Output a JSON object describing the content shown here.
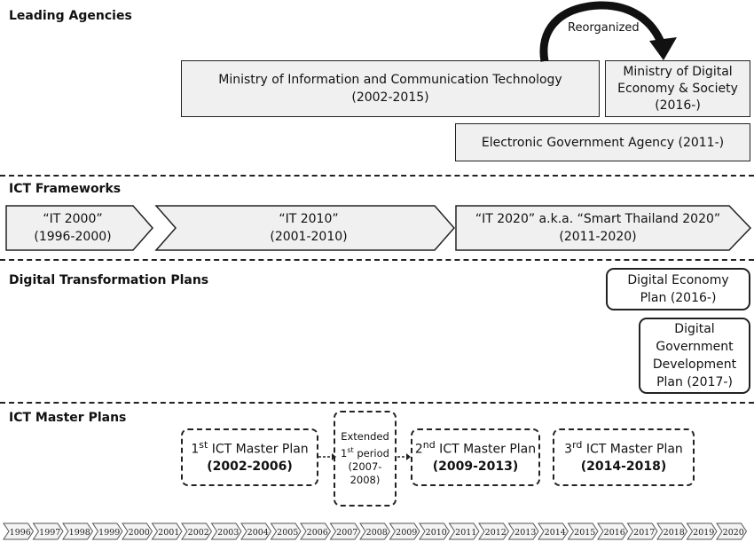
{
  "sections": {
    "leading_agencies": "Leading Agencies",
    "ict_frameworks": "ICT Frameworks",
    "digital_transformation_plans": "Digital Transformation Plans",
    "ict_master_plans": "ICT Master Plans"
  },
  "agencies": {
    "mict_name": "Ministry of Information and Communication Technology",
    "mict_years": "(2002-2015)",
    "mdes_line1": "Ministry of Digital",
    "mdes_line2": "Economy & Society",
    "mdes_years": "(2016-)",
    "ega": "Electronic Government Agency (2011-)",
    "reorganized": "Reorganized"
  },
  "frameworks": [
    {
      "name": "“IT 2000”",
      "years": "(1996-2000)"
    },
    {
      "name": "“IT 2010”",
      "years": "(2001-2010)"
    },
    {
      "name": "“IT 2020” a.k.a. “Smart Thailand 2020”",
      "years": "(2011-2020)"
    }
  ],
  "transformation": {
    "dep_line1": "Digital Economy",
    "dep_line2": "Plan (2016-)",
    "dgdp_line1": "Digital",
    "dgdp_line2": "Government",
    "dgdp_line3": "Development",
    "dgdp_line4": "Plan (2017-)"
  },
  "master_plans": {
    "p1_ord": "1",
    "p1_sup": "st",
    "p1_name": " ICT Master Plan",
    "p1_years": "(2002-2006)",
    "ext_line1": "Extended",
    "ext_ord": "1",
    "ext_sup": "st",
    "ext_line2": " period",
    "ext_years1": "(2007-",
    "ext_years2": "2008)",
    "p2_ord": "2",
    "p2_sup": "nd",
    "p2_name": " ICT Master Plan",
    "p2_years": "(2009-2013)",
    "p3_ord": "3",
    "p3_sup": "rd",
    "p3_name": " ICT Master Plan",
    "p3_years": "(2014-2018)"
  },
  "timeline_years": [
    "1996",
    "1997",
    "1998",
    "1999",
    "2000",
    "2001",
    "2002",
    "2003",
    "2004",
    "2005",
    "2006",
    "2007",
    "2008",
    "2009",
    "2010",
    "2011",
    "2012",
    "2013",
    "2014",
    "2015",
    "2016",
    "2017",
    "2018",
    "2019",
    "2020"
  ]
}
